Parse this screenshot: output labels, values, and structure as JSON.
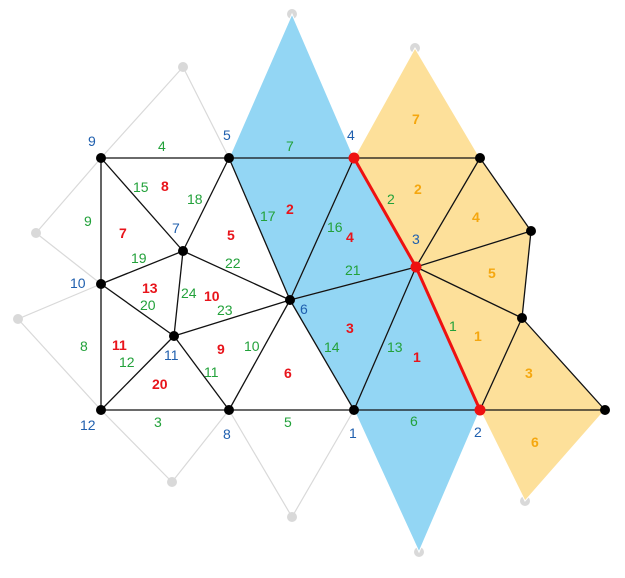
{
  "colors": {
    "blue_fill": "#93d6f4",
    "orange_fill": "#fde09a",
    "ghost": "#d9d9d9",
    "edge": "#111111",
    "highlight": "#ee1111",
    "node_label": "#1f5fae",
    "edge_label": "#22a13a",
    "triangle_label": "#e8141b",
    "orange_label": "#f5a70f"
  },
  "node_labels": [
    "1",
    "2",
    "3",
    "4",
    "5",
    "6",
    "7",
    "8",
    "9",
    "10",
    "11",
    "12"
  ],
  "edge_labels": [
    "1",
    "2",
    "3",
    "4",
    "5",
    "6",
    "7",
    "8",
    "9",
    "10",
    "11",
    "12",
    "13",
    "14",
    "15",
    "16",
    "17",
    "18",
    "19",
    "20",
    "21",
    "22",
    "23",
    "24"
  ],
  "triangle_labels": [
    "1",
    "2",
    "3",
    "4",
    "5",
    "6",
    "7",
    "8",
    "9",
    "10",
    "11",
    "13",
    "20"
  ],
  "orange_triangle_labels": [
    "1",
    "2",
    "3",
    "4",
    "5",
    "6",
    "7"
  ]
}
